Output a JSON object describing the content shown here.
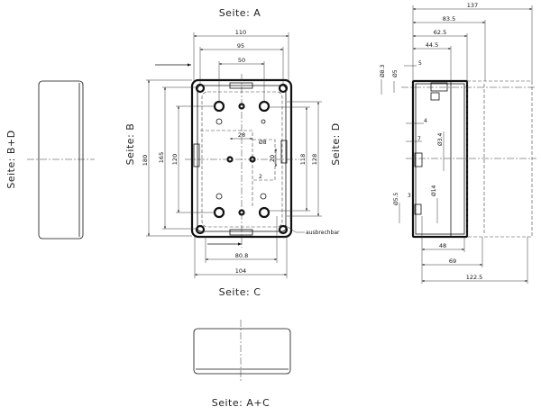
{
  "views": {
    "side_a": "Seite: A",
    "side_b": "Seite: B",
    "side_c": "Seite: C",
    "side_d": "Seite: D",
    "side_bd": "Seite: B+D",
    "side_ac": "Seite: A+C"
  },
  "front_dims": {
    "w110": "110",
    "w95": "95",
    "w50": "50",
    "h180": "180",
    "h165": "165",
    "h120": "120",
    "h118": "118",
    "h128": "128",
    "d28": "28",
    "dia8": "Ø8",
    "d20": "20",
    "d2": "2",
    "w80_8": "80.8",
    "w104": "104",
    "note": "ausbrechbar"
  },
  "side_dims": {
    "d137": "137",
    "d83_5": "83.5",
    "d62_5": "62.5",
    "d44_5": "44.5",
    "dia8_3": "Ø8.3",
    "dia5": "Ø5",
    "d5": "5",
    "d4": "4",
    "d7": "7",
    "dia3_4": "Ø3.4",
    "dia14": "Ø14",
    "d3": "3",
    "dia5_5": "Ø5.5",
    "d48": "48",
    "d69": "69",
    "d122_5": "122.5"
  }
}
